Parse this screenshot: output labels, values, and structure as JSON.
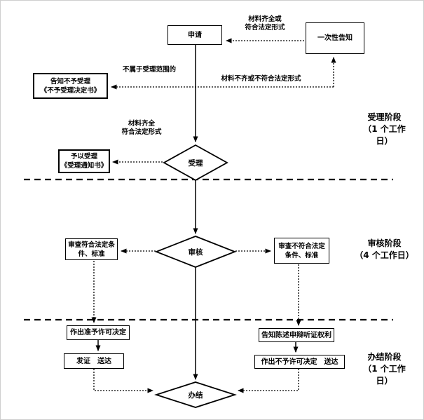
{
  "nodes": {
    "apply": {
      "label": "申请"
    },
    "one_time_notice": {
      "label": "一次性告知"
    },
    "reject_notice": {
      "line1": "告知不予受理",
      "line2": "《不予受理决定书》"
    },
    "accept_notice": {
      "line1": "予以受理",
      "line2": "《受理通知书》"
    },
    "accept": {
      "label": "受理"
    },
    "review": {
      "label": "审核"
    },
    "review_pass": {
      "line1": "审查符合法定条",
      "line2": "件、标准"
    },
    "review_fail": {
      "line1": "审查不符合法定",
      "line2": "条件、标准"
    },
    "grant_decision": {
      "label": "作出准予许可决定"
    },
    "issue_deliver": {
      "label": "发证　送达"
    },
    "hearing_rights": {
      "label": "告知陈述申辩听证权利"
    },
    "deny_decision": {
      "label": "作出不予许可决定　送达"
    },
    "finish": {
      "label": "办结"
    }
  },
  "edge_labels": {
    "materials_complete_or": {
      "line1": "材料齐全或",
      "line2": "符合法定形式"
    },
    "out_of_scope": {
      "label": "不属于受理范围的"
    },
    "materials_incomplete": {
      "label": "材料不齐或不符合法定形式"
    },
    "materials_complete": {
      "line1": "材料齐全",
      "line2": "符合法定形式"
    }
  },
  "stages": [
    {
      "lines": [
        "受理阶段",
        "（1 个工作",
        "日）"
      ]
    },
    {
      "lines": [
        "审核阶段",
        "（4 个工作日）"
      ]
    },
    {
      "lines": [
        "办结阶段",
        "（1 个工作",
        "日）"
      ]
    }
  ],
  "colors": {
    "line": "#000000",
    "text": "#000000",
    "background": "#ffffff"
  }
}
